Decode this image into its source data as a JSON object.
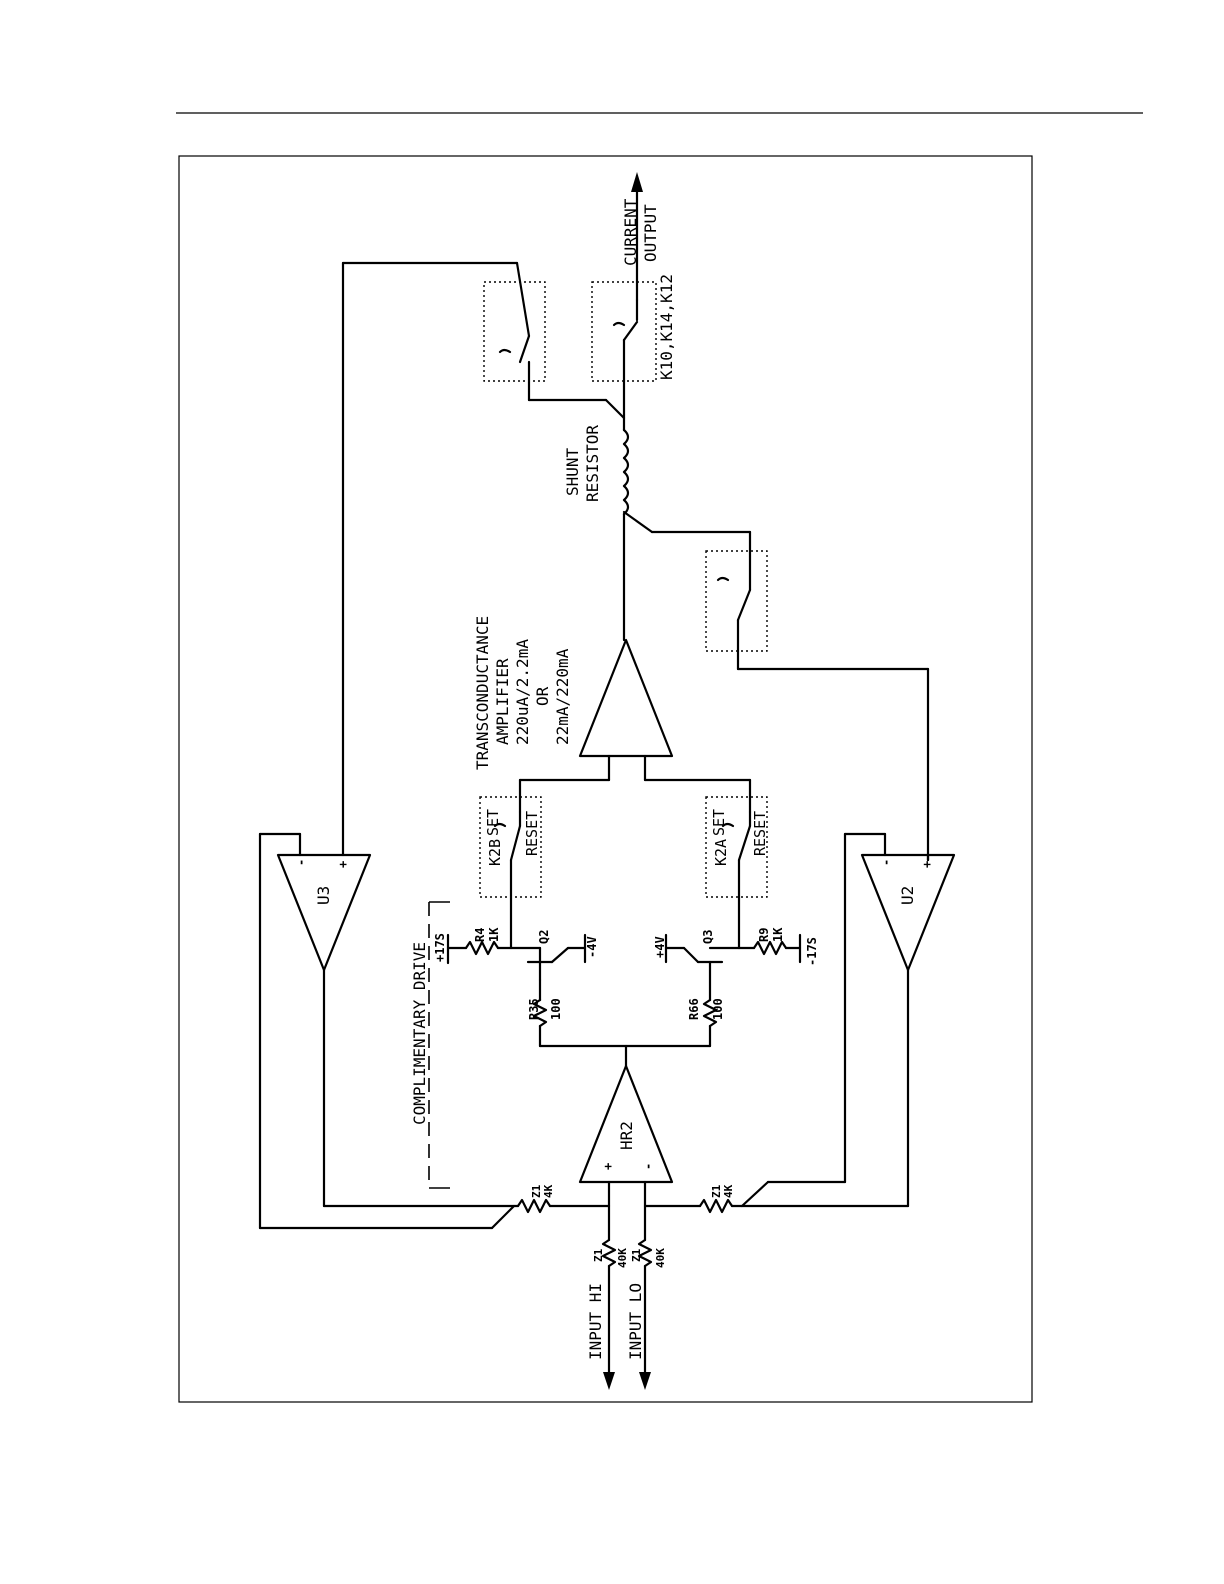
{
  "labels": {
    "current_output": "CURRENT",
    "current_output_2": "OUTPUT",
    "relay_out": "K10,K14,K12",
    "shunt_1": "SHUNT",
    "shunt_2": "RESISTOR",
    "tca_1": "TRANSCONDUCTANCE",
    "tca_2": "AMPLIFIER",
    "tca_3": "220uA/2.2mA",
    "tca_4": "OR",
    "tca_5": "22mA/220mA",
    "u3": "U3",
    "u2": "U2",
    "hr2": "HR2",
    "k2b": "K2B",
    "k2a": "K2A",
    "set": "SET",
    "reset": "RESET",
    "drive": "COMPLIMENTARY DRIVE",
    "p175": "+17S",
    "m175": "-17S",
    "p4v": "+4V",
    "m4v": "-4V",
    "q2": "Q2",
    "q3": "Q3",
    "r4": "R4",
    "r4v": "1K",
    "r9": "R9",
    "r9v": "1K",
    "r35": "R35",
    "r35v": "100",
    "r66": "R66",
    "r66v": "100",
    "z1": "Z1",
    "z1_4k": "4K",
    "z1_40k": "40K",
    "input_hi": "INPUT HI",
    "input_lo": "INPUT LO",
    "plus": "+",
    "minus": "-"
  }
}
